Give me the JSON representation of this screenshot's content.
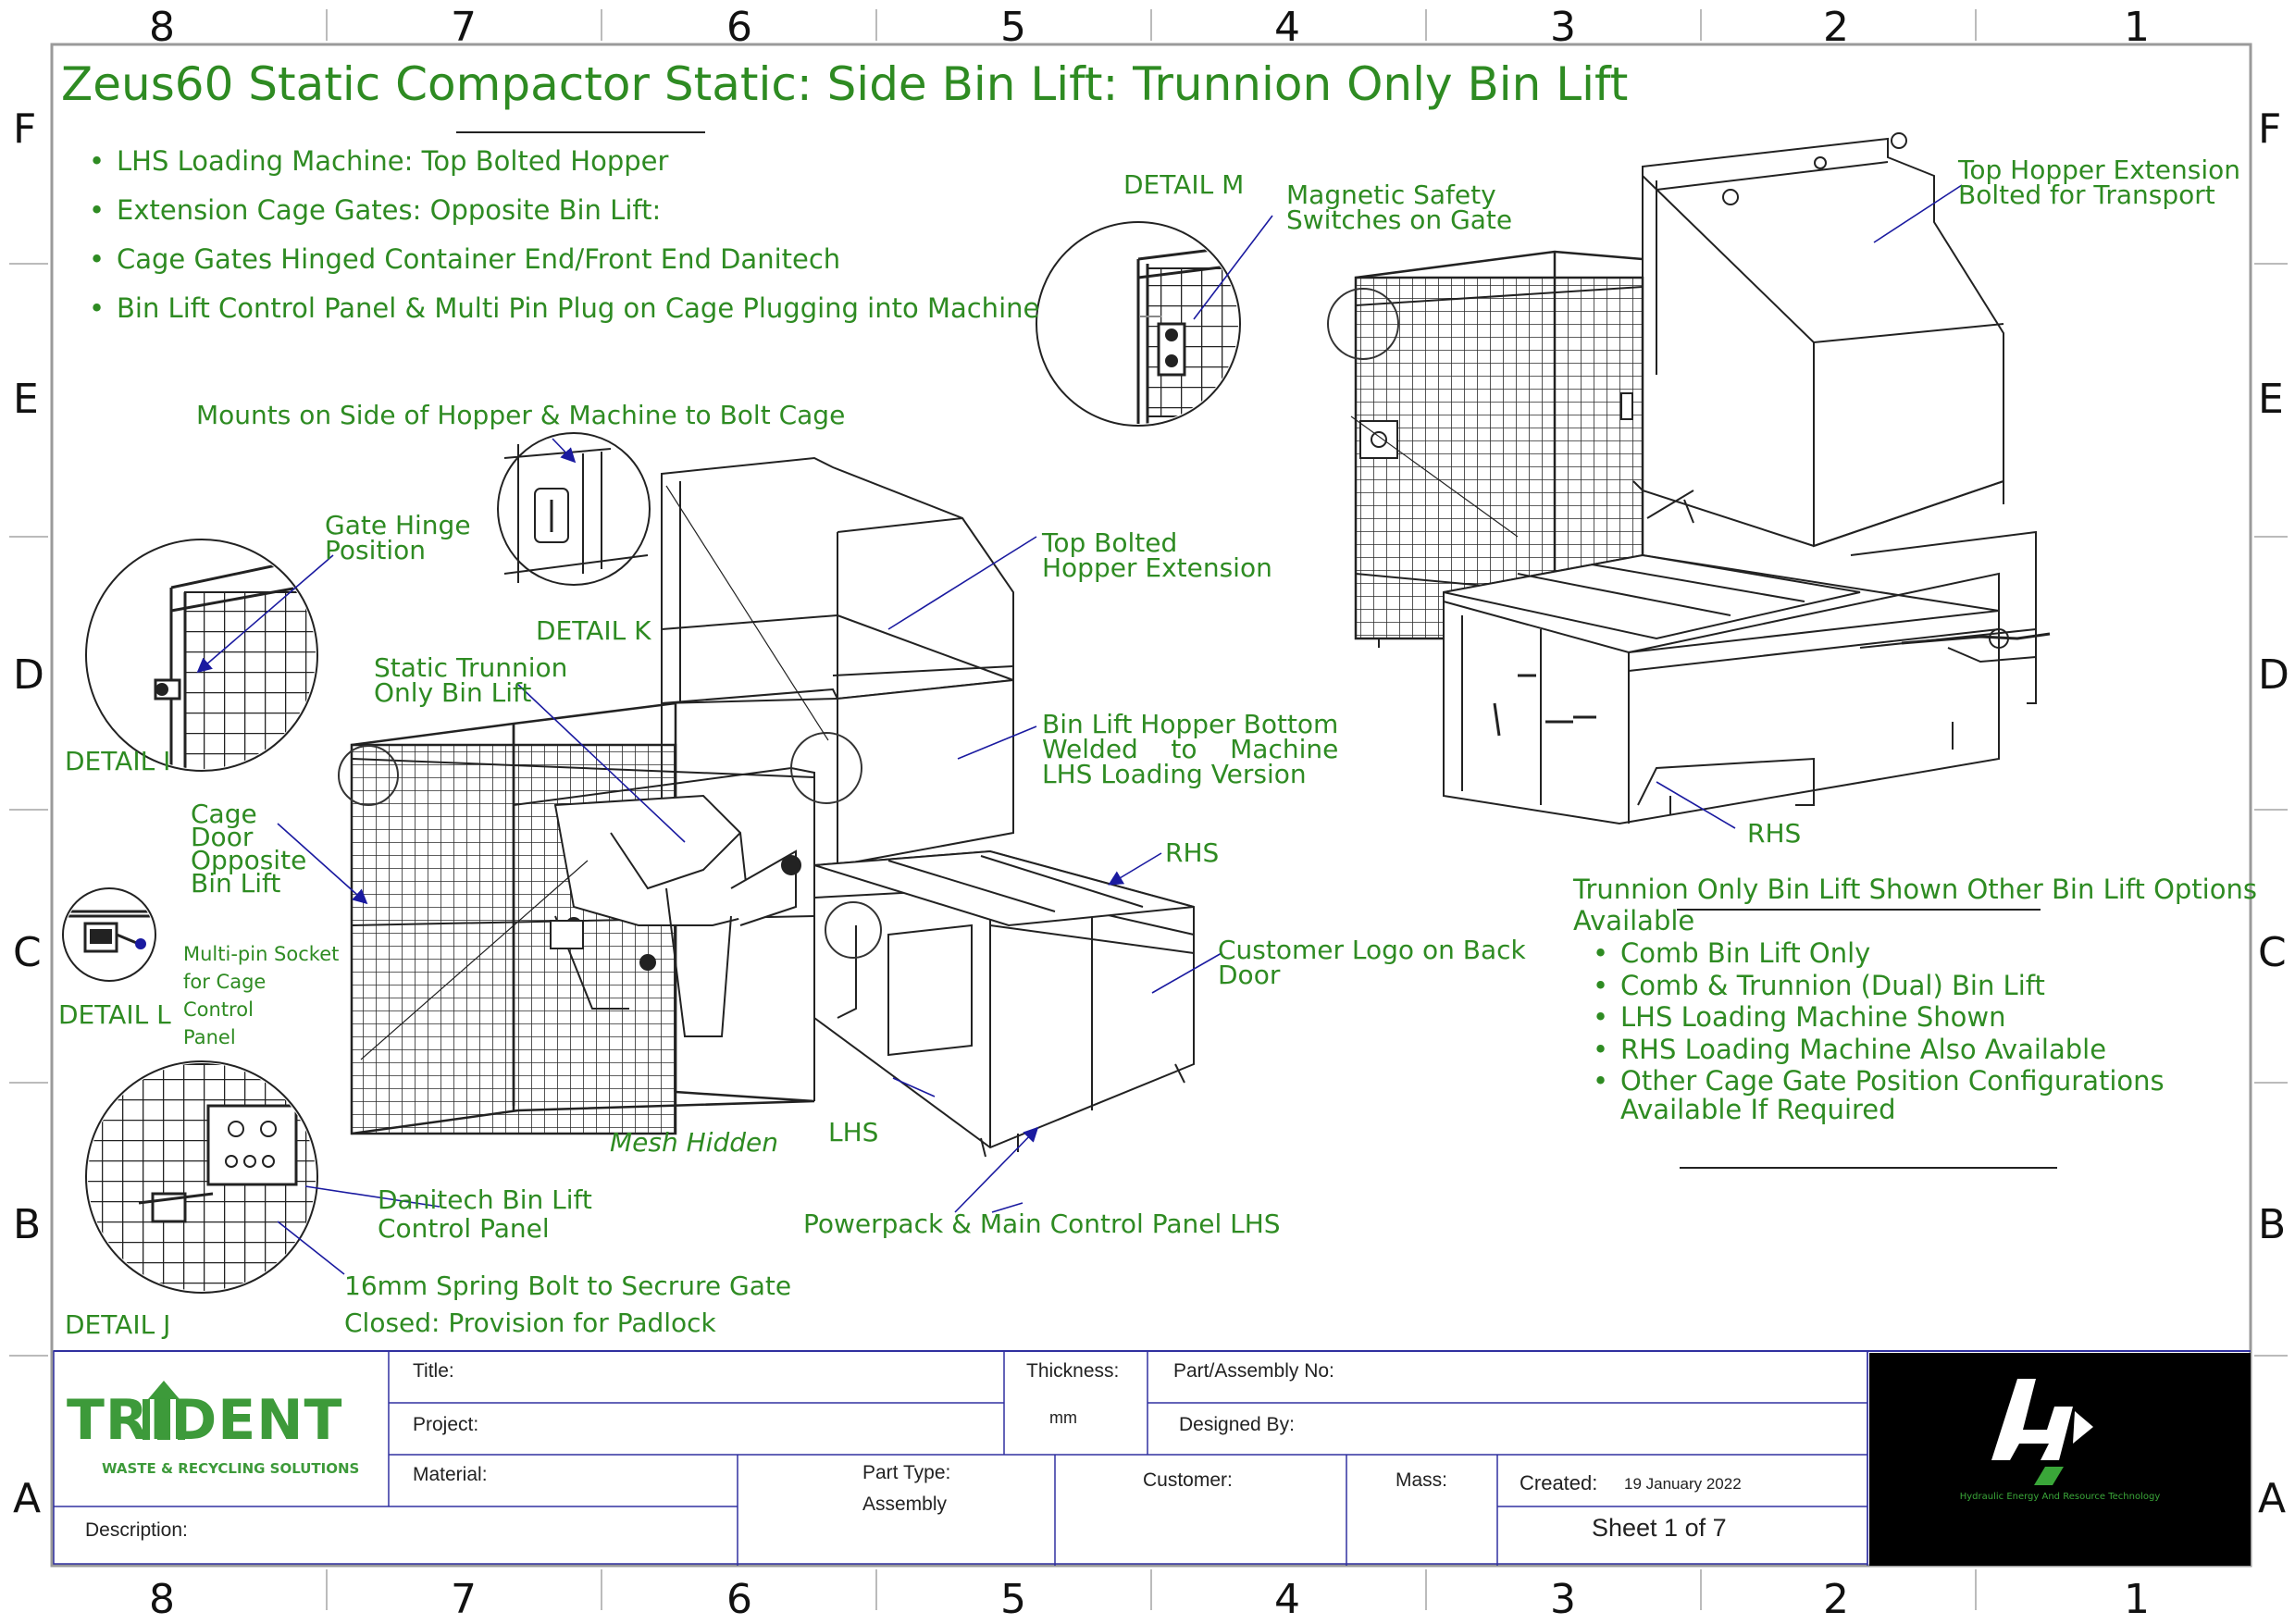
{
  "title": "Zeus60 Static Compactor Static: Side Bin Lift: Trunnion Only Bin Lift",
  "zones": {
    "columns": [
      "8",
      "7",
      "6",
      "5",
      "4",
      "3",
      "2",
      "1"
    ],
    "rows": [
      "F",
      "E",
      "D",
      "C",
      "B",
      "A"
    ]
  },
  "notes": [
    "LHS Loading Machine: Top Bolted Hopper",
    "Extension Cage Gates: Opposite Bin Lift:",
    "Cage Gates Hinged Container End/Front End Danitech",
    "Bin Lift Control Panel & Multi Pin Plug on Cage Plugging into Machine"
  ],
  "callouts": {
    "mounts": "Mounts on Side of Hopper & Machine to Bolt Cage",
    "gate_hinge": [
      "Gate Hinge",
      "Position"
    ],
    "detail_k": "DETAIL K",
    "detail_i": "DETAIL I",
    "detail_l": "DETAIL L",
    "detail_j": "DETAIL J",
    "detail_m": "DETAIL M",
    "static_trunnion": [
      "Static Trunnion",
      "Only Bin Lift"
    ],
    "top_bolted": [
      "Top Bolted",
      "Hopper Extension"
    ],
    "bin_lift_hopper": [
      "Bin Lift Hopper Bottom",
      "Welded    to    Machine",
      "LHS Loading Version"
    ],
    "cage_door": [
      "Cage",
      "Door",
      "Opposite",
      "Bin Lift"
    ],
    "multipin": [
      "Multi-pin Socket",
      "for Cage",
      "Control",
      "Panel"
    ],
    "rhs_left": "RHS",
    "customer_logo": [
      "Customer Logo on Back",
      "Door"
    ],
    "mesh_hidden": "Mesh Hidden",
    "lhs": "LHS",
    "danitech": [
      "Danitech Bin Lift",
      "Control Panel"
    ],
    "powerpack": "Powerpack & Main Control Panel LHS",
    "spring_bolt": [
      "16mm Spring Bolt to Secrure Gate",
      "Closed: Provision for Padlock"
    ],
    "magnetic": [
      "Magnetic Safety",
      "Switches on Gate"
    ],
    "top_hopper_ext": [
      "Top Hopper Extension",
      "Bolted for Transport"
    ],
    "rhs_right": "RHS"
  },
  "options": {
    "heading_line1": "Trunnion Only Bin Lift Shown Other Bin Lift Options",
    "heading_line2": "Available",
    "items": [
      "Comb Bin Lift Only",
      "Comb & Trunnion (Dual) Bin Lift",
      "LHS Loading Machine Shown",
      "RHS Loading Machine Also Available",
      "Other Cage Gate Position Configurations"
    ],
    "items_cont": "Available If Required"
  },
  "title_block": {
    "company_name": "TRIDENT",
    "company_tagline": "WASTE & RECYCLING SOLUTIONS",
    "title_label": "Title:",
    "project_label": "Project:",
    "material_label": "Material:",
    "description_label": "Description:",
    "thickness_label": "Thickness:",
    "thickness_unit": "mm",
    "part_no_label": "Part/Assembly No:",
    "designed_by_label": "Designed By:",
    "part_type_label": "Part Type:",
    "part_type_value": "Assembly",
    "customer_label": "Customer:",
    "mass_label": "Mass:",
    "created_label": "Created:",
    "created_value": "19 January 2022",
    "sheet": "Sheet 1 of 7",
    "logo_tagline": "Hydraulic Energy And Resource Technology"
  },
  "colors": {
    "annotation_green": "#2e8b22",
    "leader_blue": "#1a1aa0",
    "frame_grey": "#9a9a9a",
    "logo_green": "#3d9a3a",
    "logo_bg": "#000000"
  }
}
